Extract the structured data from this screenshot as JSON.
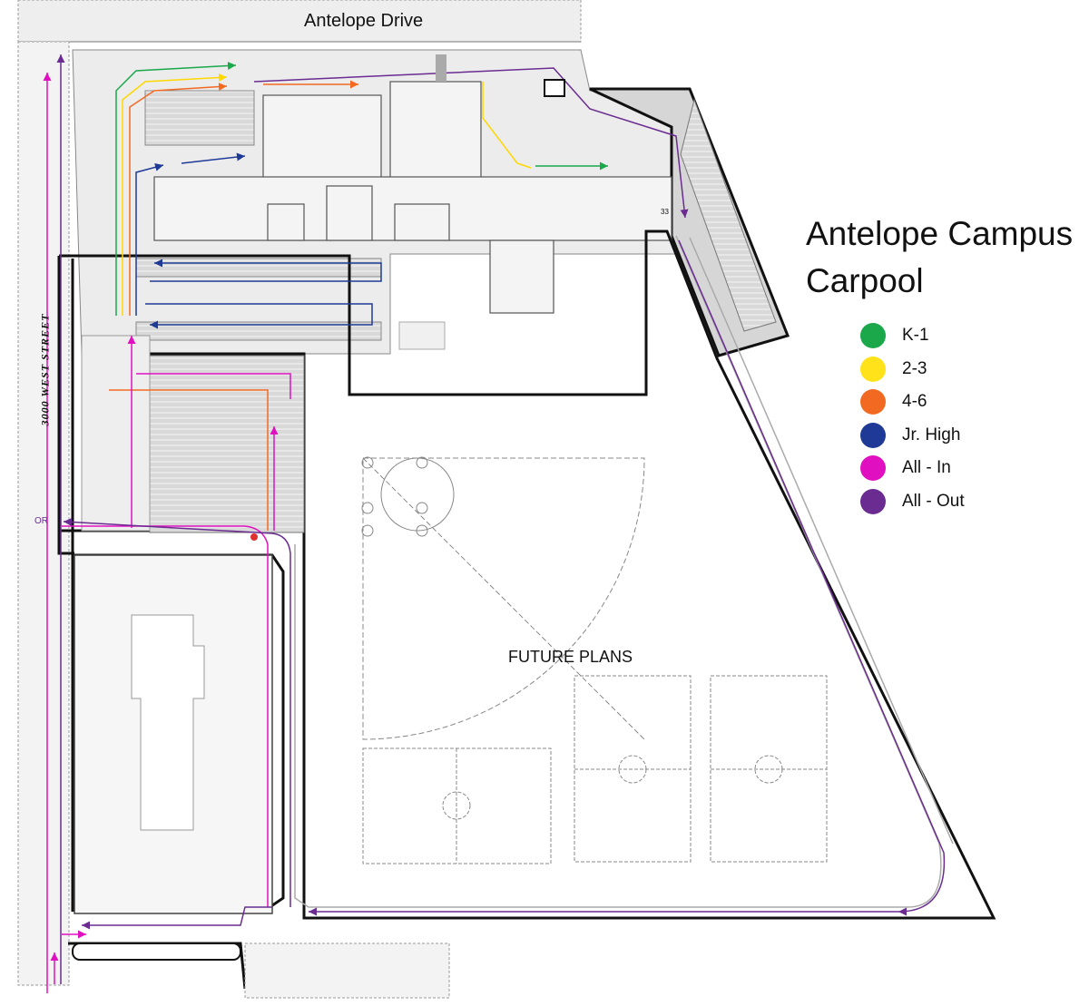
{
  "streets": {
    "top": "Antelope Drive",
    "left": "3000 WEST STREET"
  },
  "labels": {
    "or": "OR",
    "future": "FUTURE PLANS",
    "room_number": "33"
  },
  "title": {
    "line1": "Antelope Campus",
    "line2": "Carpool"
  },
  "legend": [
    {
      "label": "K-1",
      "color": "#1aa84a"
    },
    {
      "label": "2-3",
      "color": "#ffe21a"
    },
    {
      "label": "4-6",
      "color": "#f26a22"
    },
    {
      "label": "Jr. High",
      "color": "#1e3a96"
    },
    {
      "label": "All - In",
      "color": "#e010c0"
    },
    {
      "label": "All - Out",
      "color": "#6a2c91"
    }
  ],
  "colors": {
    "boundary": "#111111",
    "pavement": "#e6e6e6",
    "lines": "#8a8a8a",
    "building": "#f2f2f2"
  }
}
